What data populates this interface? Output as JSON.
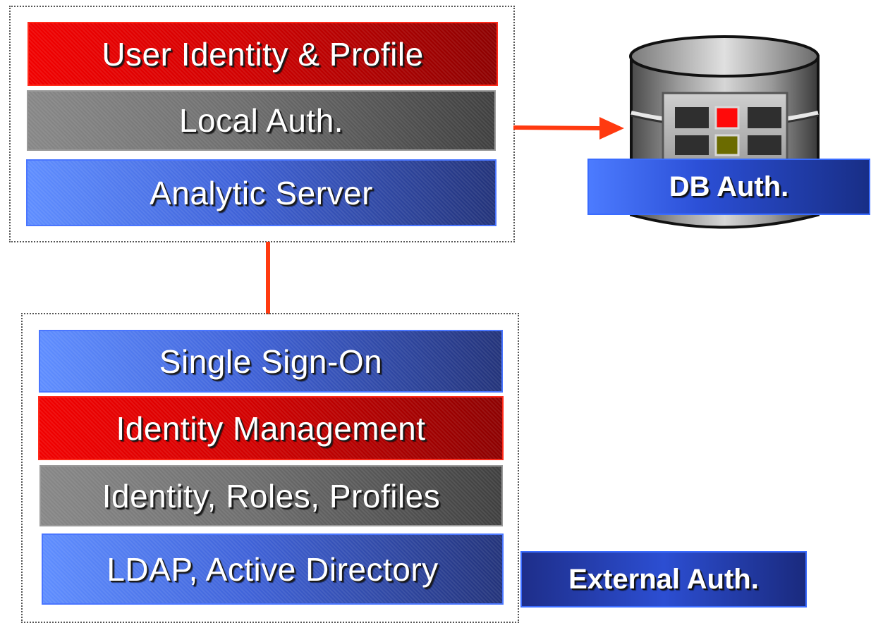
{
  "top_group": {
    "layers": [
      {
        "label": "User Identity & Profile",
        "color": "red"
      },
      {
        "label": "Local Auth.",
        "color": "gray"
      },
      {
        "label": "Analytic Server",
        "color": "blue"
      }
    ]
  },
  "bottom_group": {
    "layers": [
      {
        "label": "Single Sign-On",
        "color": "blue"
      },
      {
        "label": "Identity Management",
        "color": "red"
      },
      {
        "label": "Identity, Roles, Profiles",
        "color": "gray"
      },
      {
        "label": "LDAP, Active Directory",
        "color": "blue"
      }
    ]
  },
  "database": {
    "badge_label": "DB Auth.",
    "icon": "database-icon"
  },
  "external": {
    "badge_label": "External Auth."
  },
  "colors": {
    "connector": "#ff3a10",
    "red_layer": "#d20000",
    "gray_layer": "#6e6e6e",
    "blue_layer": "#3f62d8"
  }
}
